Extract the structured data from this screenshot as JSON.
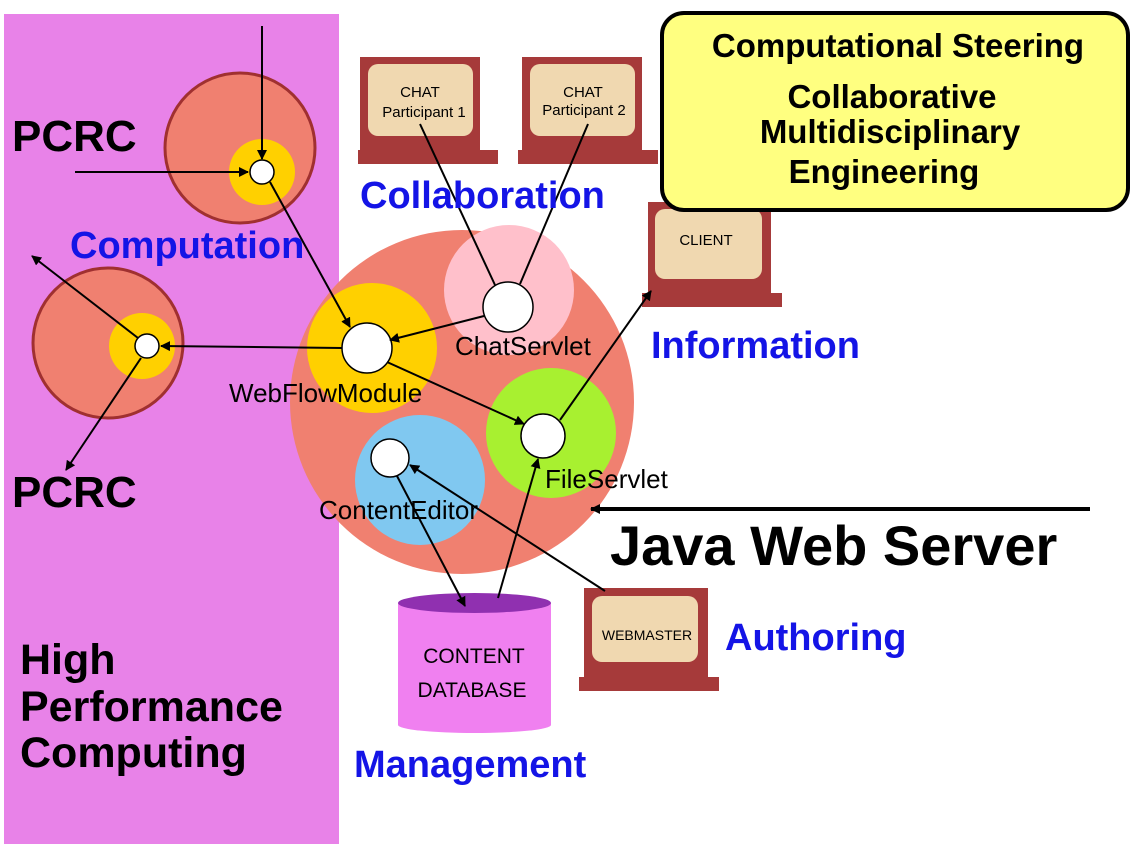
{
  "hpc_panel": {
    "label_lines": [
      "High",
      "Performance",
      "Computing"
    ],
    "color": "#e882e8"
  },
  "pcrc": [
    "PCRC",
    "PCRC"
  ],
  "categories": {
    "computation": "Computation",
    "collaboration": "Collaboration",
    "information": "Information",
    "authoring": "Authoring",
    "management": "Management"
  },
  "servlets": {
    "webflow": "WebFlowModule",
    "chat": "ChatServlet",
    "file": "FileServlet",
    "editor": "ContentEditor"
  },
  "terminals": {
    "chat1": [
      "CHAT",
      "Participant 1"
    ],
    "chat2": [
      "CHAT",
      "Participant 2"
    ],
    "client": "CLIENT",
    "webmaster": "WEBMASTER"
  },
  "database": [
    "CONTENT",
    "DATABASE"
  ],
  "server_label": "Java Web Server",
  "title_box": {
    "line1": "Computational Steering",
    "line2": "Collaborative",
    "line3": "Multidisciplinary",
    "line4": "Engineering"
  },
  "colors": {
    "salmon": "#f08070",
    "dark_red": "#a03030",
    "gold": "#ffd000",
    "pink": "#ffc0cb",
    "green": "#a8f030",
    "light_blue": "#80c8f0",
    "terminal_frame": "#a63a3a",
    "terminal_screen": "#f0d8b0",
    "db_body": "#f080f0",
    "db_top": "#9030b0",
    "title_yellow": "#ffff80",
    "blue_text": "#1414e6"
  }
}
